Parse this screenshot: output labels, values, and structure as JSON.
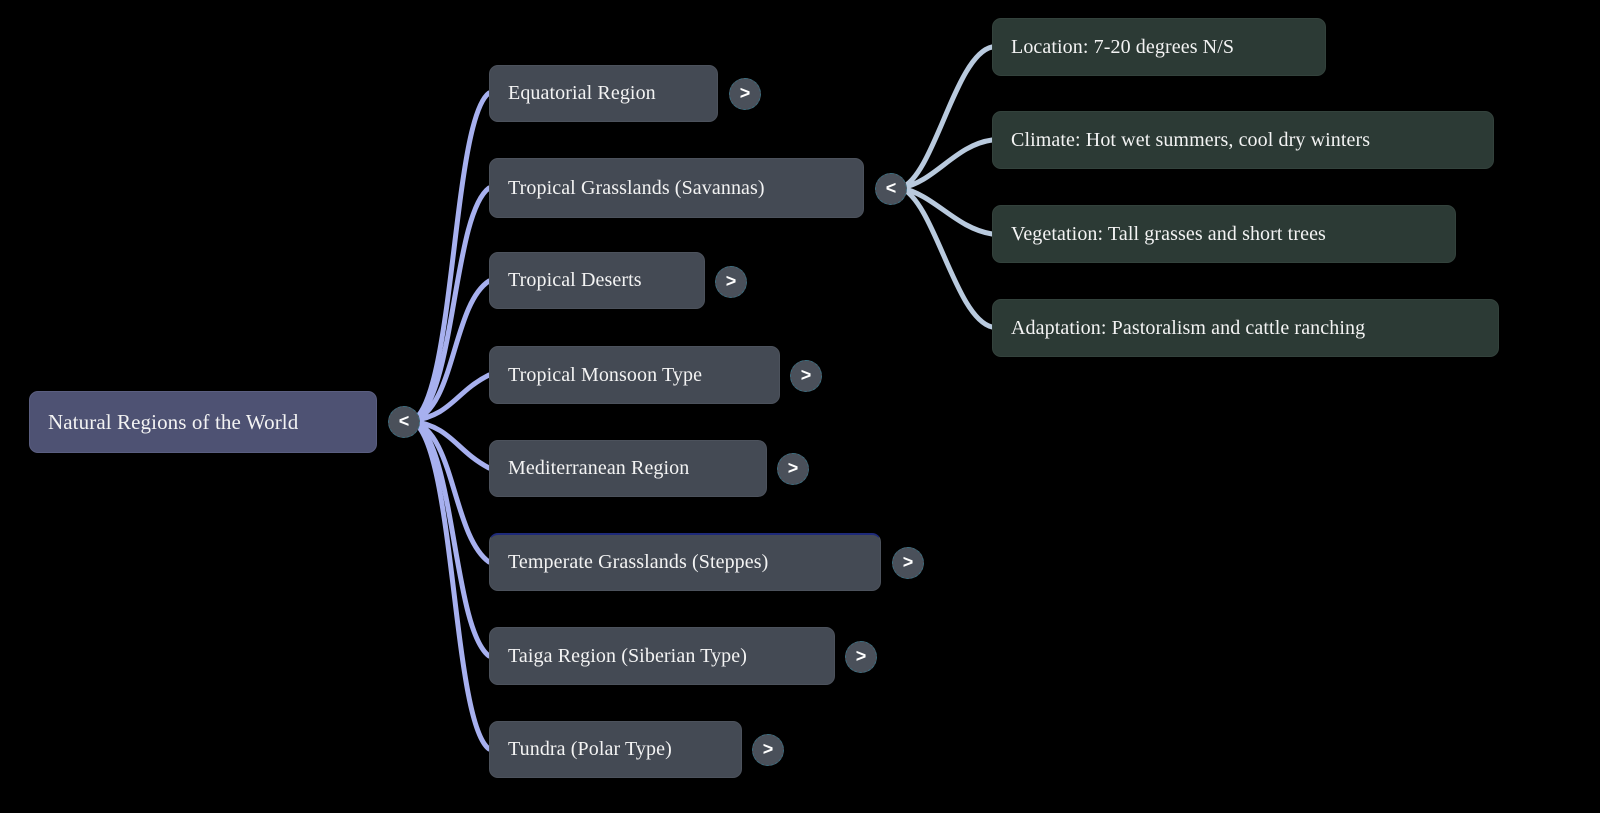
{
  "diagram": {
    "type": "mindmap",
    "title": "Natural Regions of the World",
    "background_color": "#000000",
    "root_color": "#4e5273",
    "level1_color": "#444a54",
    "level2_color": "#2c3a35",
    "root_edge_color": "#a7b0ef",
    "branch_edge_color": "#b9cade",
    "toggle_color": "#4a505a"
  },
  "root": {
    "label": "Natural Regions of the World",
    "toggle_icon": "<",
    "toggle_state": "expanded"
  },
  "branches": [
    {
      "label": "Equatorial Region",
      "toggle_icon": ">",
      "toggle_state": "collapsed",
      "selected": false,
      "children": []
    },
    {
      "label": "Tropical Grasslands (Savannas)",
      "toggle_icon": "<",
      "toggle_state": "expanded",
      "selected": false,
      "children": [
        {
          "label": "Location: 7-20 degrees N/S"
        },
        {
          "label": "Climate: Hot wet summers, cool dry winters"
        },
        {
          "label": "Vegetation: Tall grasses and short trees"
        },
        {
          "label": "Adaptation: Pastoralism and cattle ranching"
        }
      ]
    },
    {
      "label": "Tropical Deserts",
      "toggle_icon": ">",
      "toggle_state": "collapsed",
      "selected": false,
      "children": []
    },
    {
      "label": "Tropical Monsoon Type",
      "toggle_icon": ">",
      "toggle_state": "collapsed",
      "selected": false,
      "children": []
    },
    {
      "label": "Mediterranean Region",
      "toggle_icon": ">",
      "toggle_state": "collapsed",
      "selected": false,
      "children": []
    },
    {
      "label": "Temperate Grasslands (Steppes)",
      "toggle_icon": ">",
      "toggle_state": "collapsed",
      "selected": true,
      "children": []
    },
    {
      "label": "Taiga Region (Siberian Type)",
      "toggle_icon": ">",
      "toggle_state": "collapsed",
      "selected": false,
      "children": []
    },
    {
      "label": "Tundra (Polar Type)",
      "toggle_icon": ">",
      "toggle_state": "collapsed",
      "selected": false,
      "children": []
    }
  ]
}
